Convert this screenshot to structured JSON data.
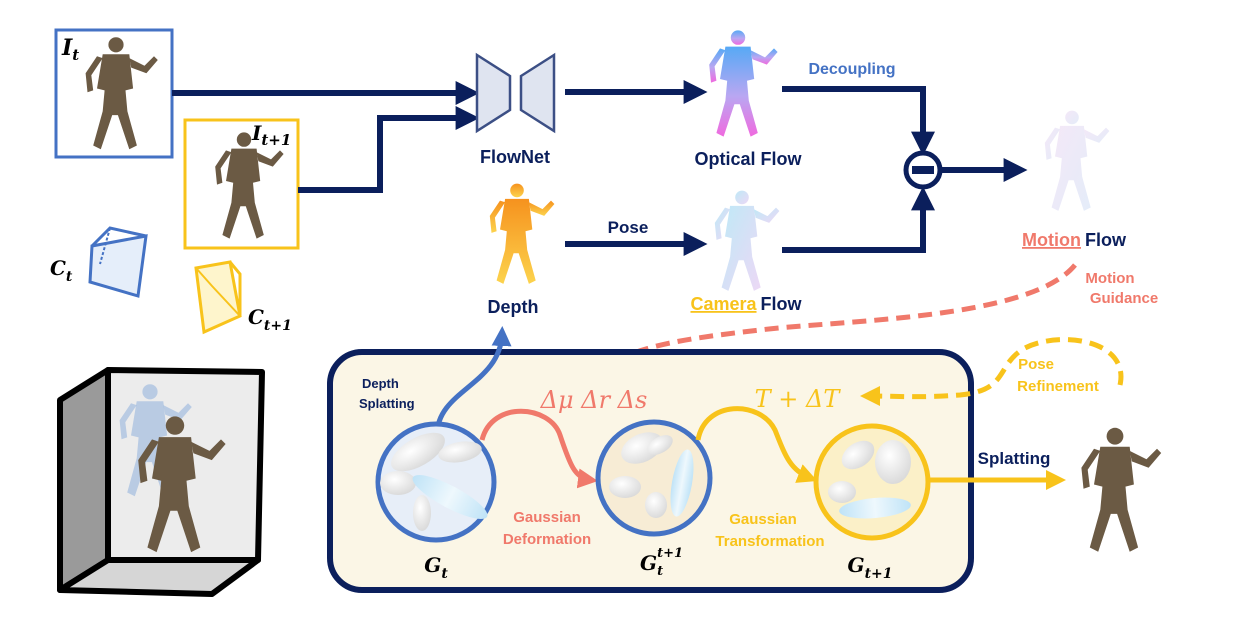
{
  "frames": {
    "t_main": "I",
    "t_sub": "t",
    "t1_main": "I",
    "t1_sub": "t+1"
  },
  "cameras": {
    "ct_main": "C",
    "ct_sub": "t",
    "ct1_main": "C",
    "ct1_sub": "t+1"
  },
  "flownet": {
    "label": "FlowNet"
  },
  "optical_flow": {
    "label": "Optical Flow"
  },
  "decoupling": {
    "label": "Decoupling"
  },
  "depth": {
    "label": "Depth"
  },
  "pose": {
    "label": "Pose"
  },
  "camera_flow": {
    "label_underlined": "Camera",
    "label_rest": "Flow"
  },
  "motion_flow": {
    "label_underlined": "Motion",
    "label_rest": "Flow"
  },
  "motion_guidance": {
    "line1": "Motion",
    "line2": "Guidance"
  },
  "depth_splatting": {
    "line1": "Depth",
    "line2": "Splatting"
  },
  "deform_params": {
    "text": "Δμ Δr Δs"
  },
  "transform_params": {
    "text": "T + ΔT"
  },
  "pose_refinement": {
    "line1": "Pose",
    "line2": "Refinement"
  },
  "splatting": {
    "label": "Splatting"
  },
  "gaussian_deformation": {
    "line1": "Gaussian",
    "line2": "Deformation"
  },
  "gaussian_transformation": {
    "line1": "Gaussian",
    "line2": "Transformation"
  },
  "gaussians": {
    "gt_main": "G",
    "gt_sub": "t",
    "gtt1_main": "G",
    "gtt1_sub": "t",
    "gtt1_sup": "t+1",
    "gt1_main": "G",
    "gt1_sub": "t+1"
  },
  "colors": {
    "navy": "#0b1f5c",
    "blue": "#4472c4",
    "gold": "#f8c31b",
    "salmon": "#f0796b",
    "panel_fill": "#fbf6e6"
  },
  "icons": [
    "soldier-figure-icon",
    "flow-silhouette-icon",
    "depth-silhouette-icon",
    "camera-frustum-icon",
    "gaussian-ellipsoid-icon",
    "minus-operator-icon"
  ]
}
